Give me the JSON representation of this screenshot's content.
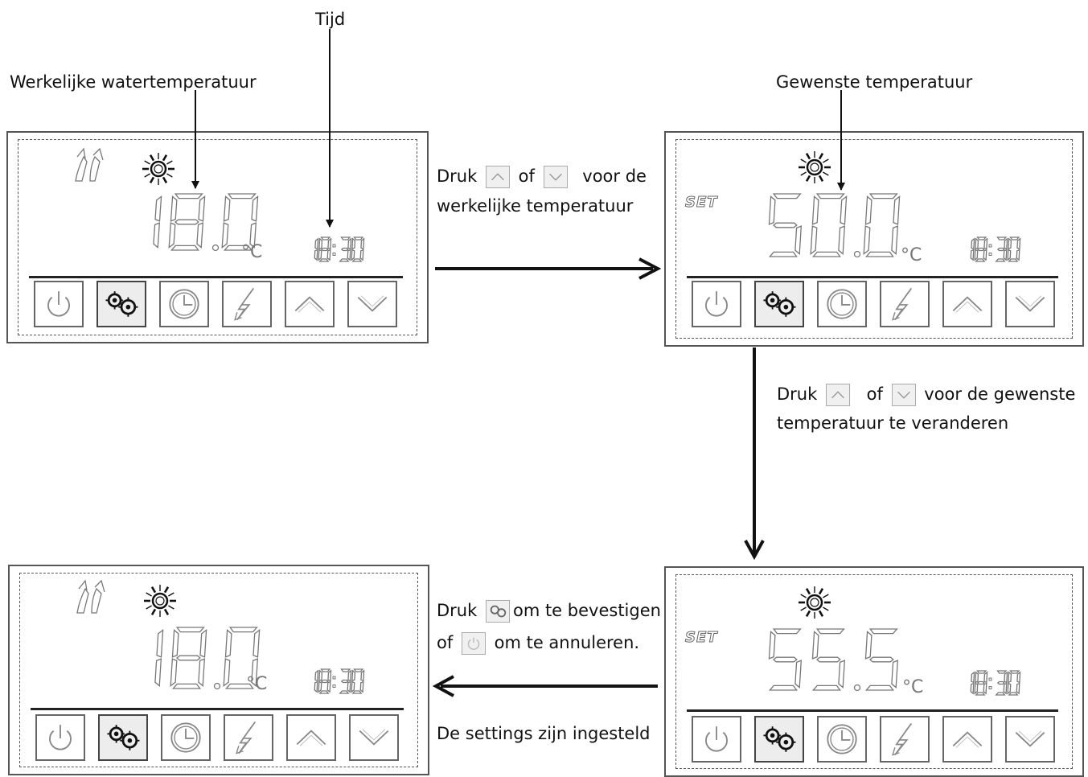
{
  "labels": {
    "time": "Tijd",
    "actual_water_temp": "Werkelijke watertemperatuur",
    "desired_temp": "Gewenste temperatuur"
  },
  "step1": {
    "word_press": "Druk",
    "word_or": "of",
    "line1_end": "voor de",
    "line2": "werkelijke temperatuur"
  },
  "step2": {
    "word_press": "Druk",
    "word_or": "of",
    "line1_end": "voor de gewenste",
    "line2": "temperatuur te veranderen"
  },
  "step3": {
    "word_press": "Druk",
    "confirm_text": "om te bevestigen",
    "word_or": "of",
    "cancel_text": "om te annuleren.",
    "done_text": "De settings zijn ingesteld"
  },
  "displays": {
    "top_left": {
      "temp": "18.0",
      "unit": "°C",
      "time": "18:30",
      "set_label": "",
      "fan_icon": "fan-icon",
      "sun_icon": "sun-icon"
    },
    "top_right": {
      "temp": "50.0",
      "unit": "°C",
      "time": "18:30",
      "set_label": "SET",
      "sun_icon": "sun-icon"
    },
    "bottom_left": {
      "temp": "18.0",
      "unit": "°C",
      "time": "18:30",
      "set_label": "",
      "fan_icon": "fan-icon",
      "sun_icon": "sun-icon"
    },
    "bottom_right": {
      "temp": "55.5",
      "unit": "°C",
      "time": "18:30",
      "set_label": "SET",
      "sun_icon": "sun-icon"
    }
  },
  "buttons": [
    "power-icon",
    "gear-icon",
    "clock-icon",
    "lightning-icon",
    "up-icon",
    "down-icon"
  ],
  "colors": {
    "line": "#111111",
    "segment": "#777777",
    "active_button": "#ededed"
  }
}
